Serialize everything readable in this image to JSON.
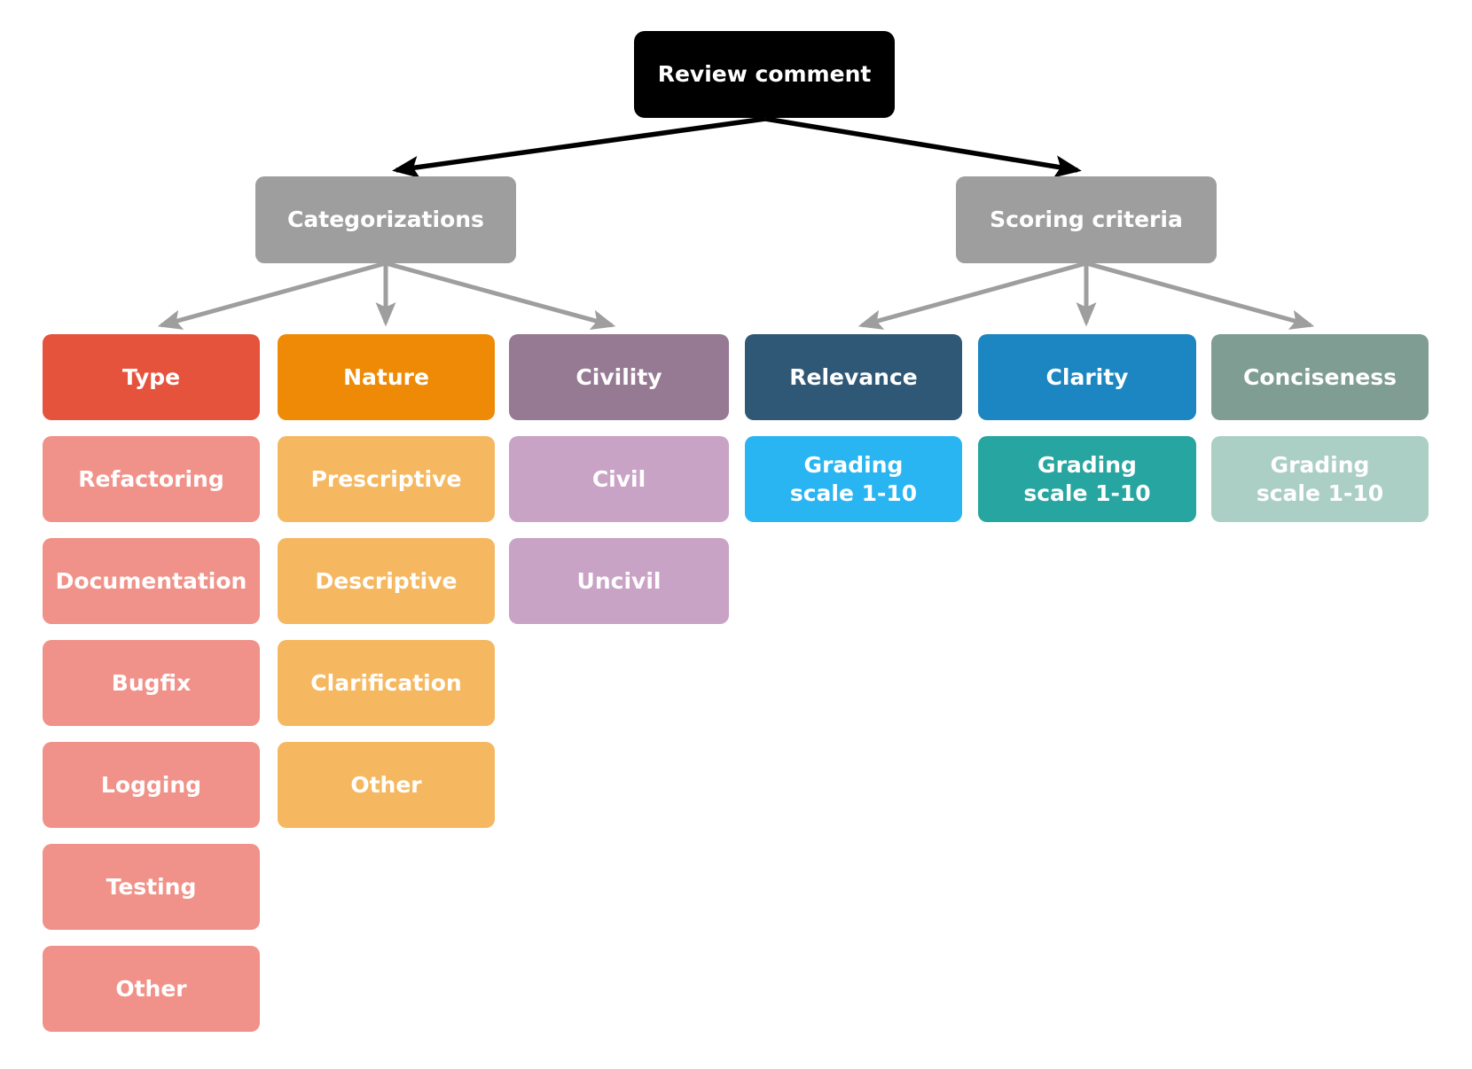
{
  "diagram": {
    "root": {
      "label": "Review comment"
    },
    "groups": [
      {
        "label": "Categorizations"
      },
      {
        "label": "Scoring criteria"
      }
    ],
    "columns": [
      {
        "header": "Type",
        "items": [
          "Refactoring",
          "Documentation",
          "Bugfix",
          "Logging",
          "Testing",
          "Other"
        ]
      },
      {
        "header": "Nature",
        "items": [
          "Prescriptive",
          "Descriptive",
          "Clarification",
          "Other"
        ]
      },
      {
        "header": "Civility",
        "items": [
          "Civil",
          "Uncivil"
        ]
      },
      {
        "header": "Relevance",
        "items": [
          "Grading scale 1-10"
        ]
      },
      {
        "header": "Clarity",
        "items": [
          "Grading scale 1-10"
        ]
      },
      {
        "header": "Conciseness",
        "items": [
          "Grading scale 1-10"
        ]
      }
    ],
    "colors": {
      "root_bg": "#000000",
      "root_text": "#FFFFFF",
      "group_bg": "#9E9E9E",
      "edge_black": "#000000",
      "edge_gray": "#9E9E9E",
      "type_header": "#E5533D",
      "type_item": "#F09289",
      "nature_header": "#EE8A05",
      "nature_item": "#F5B861",
      "civility_header": "#967992",
      "civility_item": "#C9A3C6",
      "relevance_header": "#2F5876",
      "relevance_item": "#29B5F2",
      "clarity_header": "#1B86C2",
      "clarity_item": "#27A5A0",
      "conciseness_header": "#7F9D93",
      "conciseness_item": "#ABCFC5"
    }
  }
}
